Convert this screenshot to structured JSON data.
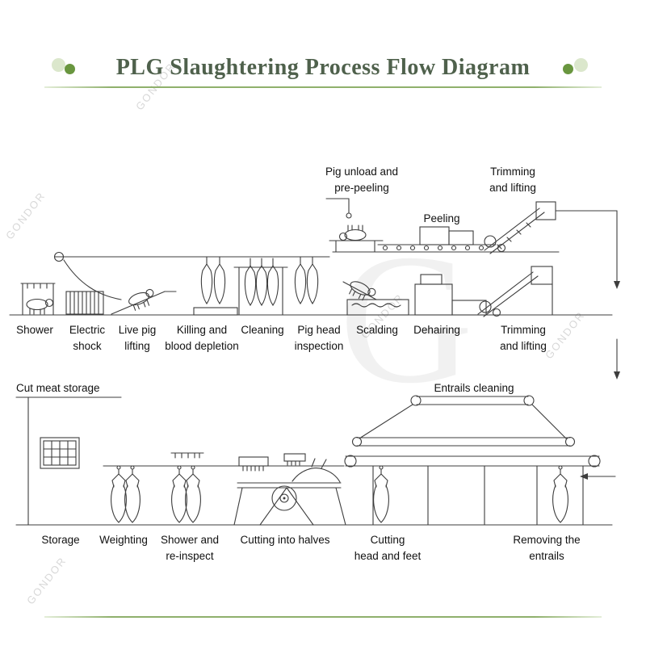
{
  "header": {
    "title": "PLG Slaughtering Process Flow Diagram"
  },
  "watermark": {
    "text": "GONDOR",
    "big_letter": "G"
  },
  "colors": {
    "title_green": "#4f614c",
    "accent_green": "#69963f",
    "accent_light": "#dbe7cc",
    "rule_green": "#8fb06c",
    "line_ink": "#3d3d3d"
  },
  "diagram": {
    "annotations": {
      "pig_unload": "Pig unload and\npre-peeling",
      "trimming_top": "Trimming\nand lifting",
      "peeling": "Peeling",
      "cut_meat_storage": "Cut meat storage",
      "entrails_cleaning": "Entrails cleaning"
    },
    "stations_top": [
      "Shower",
      "Electric\nshock",
      "Live pig\nlifting",
      "Killing and\nblood depletion",
      "Cleaning",
      "Pig head\ninspection",
      "Scalding",
      "Dehairing",
      "Trimming\nand lifting"
    ],
    "stations_bottom": [
      "Storage",
      "Weighting",
      "Shower and\nre-inspect",
      "Cutting into halves",
      "Cutting\nhead and feet",
      "Removing the entrails"
    ]
  }
}
